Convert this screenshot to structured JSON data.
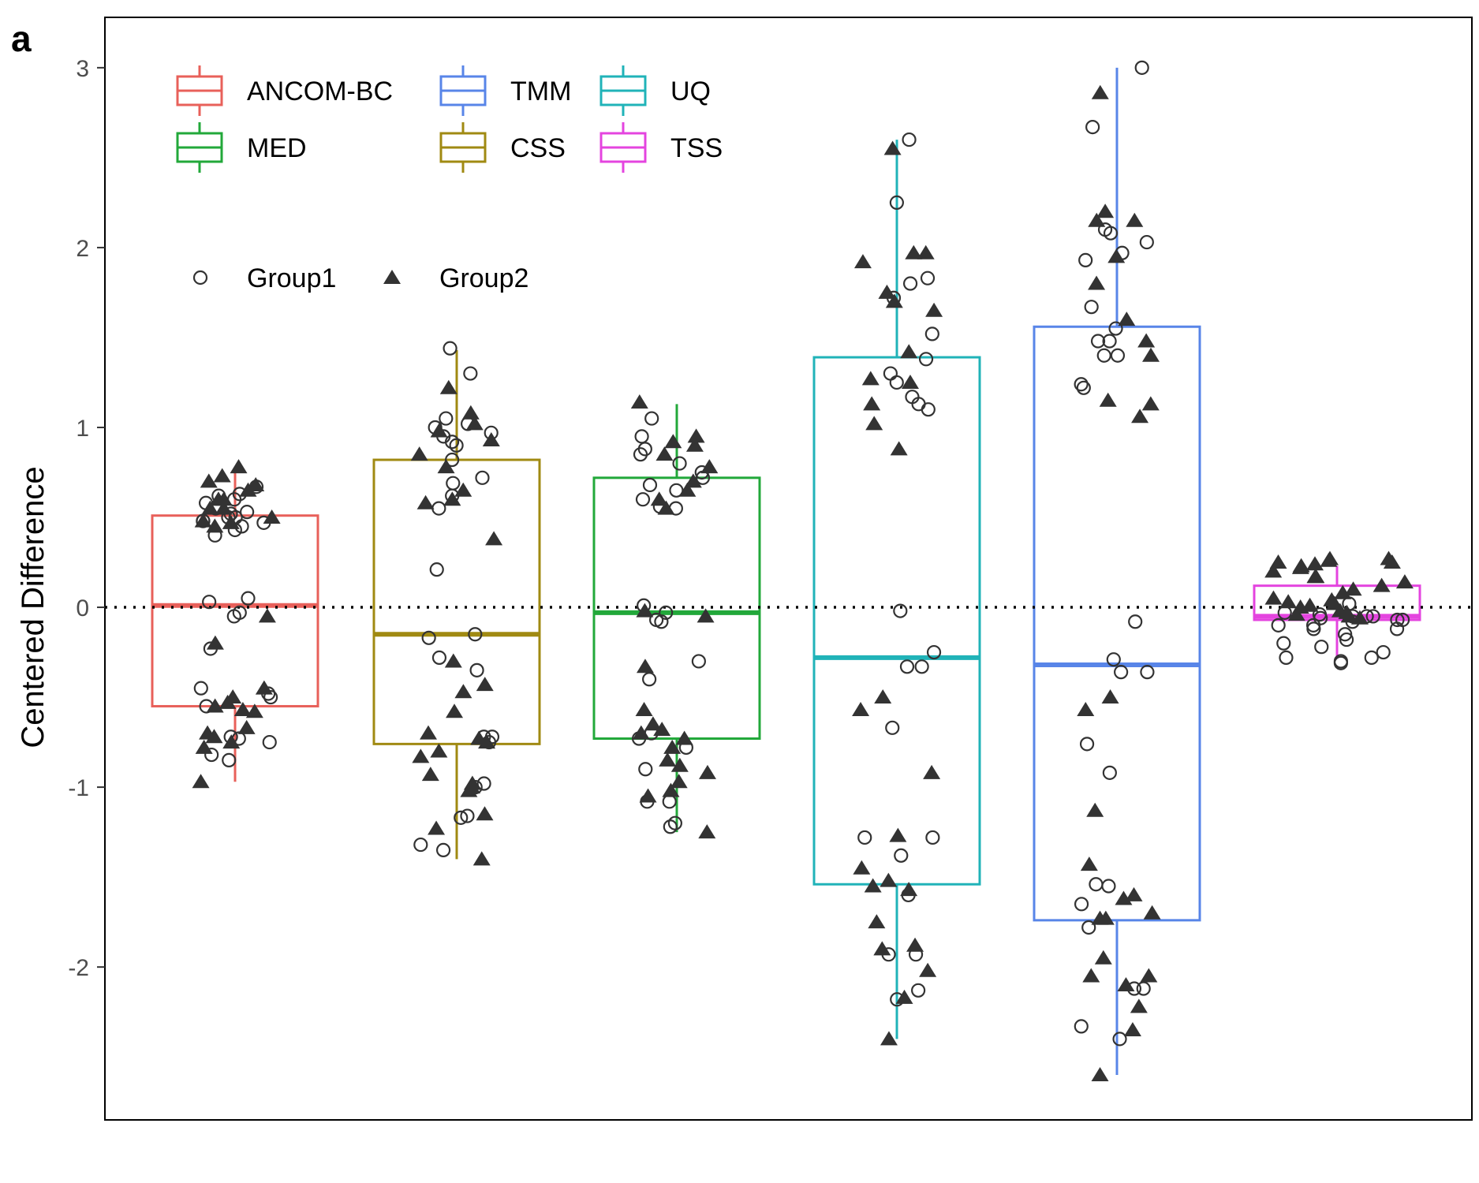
{
  "panel_label": "a",
  "colors": {
    "ANCOM-BC": "#E8605A",
    "CSS": "#A08A12",
    "MED": "#22A83A",
    "UQ": "#20B3B8",
    "TMM": "#5885E8",
    "TSS": "#E444DF",
    "points": "#333333",
    "axis": "#000000"
  },
  "chart_data": {
    "type": "boxplot",
    "title": "",
    "xlabel": "",
    "ylabel": "Centered Difference",
    "ylim": [
      -2.85,
      3.28
    ],
    "y_ticks": [
      -2,
      -1,
      0,
      1,
      2,
      3
    ],
    "y_tick_labels": [
      "-2",
      "-1",
      "0",
      "1",
      "2",
      "3"
    ],
    "reference_line": {
      "y": 0,
      "style": "dotted"
    },
    "legend_placement": "top-left",
    "grid": false,
    "legend_methods": [
      "ANCOM-BC",
      "MED",
      "TMM",
      "CSS",
      "UQ",
      "TSS"
    ],
    "legend_groups": [
      {
        "name": "Group1",
        "marker": "open-circle"
      },
      {
        "name": "Group2",
        "marker": "filled-triangle"
      }
    ],
    "series": [
      {
        "name": "ANCOM-BC",
        "box": {
          "whisker_low": -0.97,
          "q1": -0.55,
          "median": 0.01,
          "q3": 0.51,
          "whisker_high": 0.76
        },
        "group1": [
          0.6,
          0.63,
          0.58,
          0.55,
          0.52,
          0.5,
          0.48,
          0.47,
          0.45,
          0.5,
          0.62,
          0.67,
          0.53,
          0.48,
          0.43,
          0.4,
          0.05,
          0.03,
          -0.03,
          -0.05,
          -0.23,
          -0.45,
          -0.48,
          -0.5,
          -0.55,
          -0.72,
          -0.75,
          -0.82,
          -0.85,
          -0.73
        ],
        "group2": [
          0.65,
          0.6,
          0.55,
          0.5,
          0.47,
          0.45,
          0.78,
          0.73,
          0.7,
          0.68,
          0.6,
          0.55,
          0.48,
          -0.05,
          -0.2,
          -0.45,
          -0.5,
          -0.55,
          -0.57,
          -0.53,
          -0.58,
          -0.67,
          -0.7,
          -0.72,
          -0.75,
          -0.78,
          -0.97
        ]
      },
      {
        "name": "CSS",
        "box": {
          "whisker_low": -1.4,
          "q1": -0.76,
          "median": -0.15,
          "q3": 0.82,
          "whisker_high": 1.43
        },
        "group1": [
          1.44,
          1.3,
          1.02,
          0.97,
          0.95,
          0.92,
          0.9,
          0.82,
          0.72,
          0.69,
          0.62,
          0.55,
          0.21,
          -0.15,
          -0.17,
          -0.28,
          -0.35,
          -0.72,
          -0.72,
          -0.75,
          -0.98,
          -1.0,
          -1.16,
          -1.17,
          -1.32,
          -1.35,
          1.05,
          1.0
        ],
        "group2": [
          1.22,
          1.08,
          1.02,
          0.98,
          0.93,
          0.85,
          0.78,
          0.65,
          0.6,
          0.58,
          0.38,
          -0.3,
          -0.43,
          -0.47,
          -0.58,
          -0.7,
          -0.73,
          -0.75,
          -0.8,
          -0.83,
          -0.93,
          -0.98,
          -1.0,
          -1.02,
          -1.15,
          -1.23,
          -1.4
        ]
      },
      {
        "name": "MED",
        "box": {
          "whisker_low": -1.25,
          "q1": -0.73,
          "median": -0.03,
          "q3": 0.72,
          "whisker_high": 1.13
        },
        "group1": [
          1.05,
          0.95,
          0.88,
          0.85,
          0.8,
          0.75,
          0.72,
          0.68,
          0.65,
          0.6,
          0.56,
          0.55,
          0.01,
          -0.03,
          -0.07,
          -0.08,
          -0.3,
          -0.4,
          -0.7,
          -0.73,
          -0.78,
          -0.9,
          -1.08,
          -1.08,
          -1.2,
          -1.22
        ],
        "group2": [
          1.14,
          0.95,
          0.92,
          0.9,
          0.85,
          0.78,
          0.7,
          0.65,
          0.6,
          0.55,
          -0.02,
          -0.05,
          -0.33,
          -0.57,
          -0.65,
          -0.68,
          -0.7,
          -0.73,
          -0.78,
          -0.85,
          -0.88,
          -0.92,
          -0.97,
          -1.02,
          -1.05,
          -1.25
        ]
      },
      {
        "name": "UQ",
        "box": {
          "whisker_low": -2.4,
          "q1": -1.54,
          "median": -0.28,
          "q3": 1.39,
          "whisker_high": 2.6
        },
        "group1": [
          2.6,
          2.25,
          1.83,
          1.8,
          1.72,
          1.52,
          1.38,
          1.3,
          1.25,
          1.17,
          1.13,
          1.1,
          -0.02,
          -0.25,
          -0.33,
          -0.33,
          -0.67,
          -1.28,
          -1.28,
          -1.38,
          -1.6,
          -1.93,
          -1.93,
          -2.13,
          -2.18
        ],
        "group2": [
          2.55,
          1.97,
          1.97,
          1.92,
          1.75,
          1.7,
          1.65,
          1.42,
          1.27,
          1.25,
          1.13,
          1.02,
          0.88,
          -0.5,
          -0.57,
          -0.92,
          -1.27,
          -1.45,
          -1.52,
          -1.55,
          -1.57,
          -1.75,
          -1.88,
          -1.9,
          -2.02,
          -2.17,
          -2.4
        ]
      },
      {
        "name": "TMM",
        "box": {
          "whisker_low": -2.6,
          "q1": -1.74,
          "median": -0.32,
          "q3": 1.56,
          "whisker_high": 3.0
        },
        "group1": [
          3.0,
          2.67,
          2.1,
          2.08,
          2.03,
          1.97,
          1.93,
          1.67,
          1.55,
          1.48,
          1.48,
          1.4,
          1.4,
          1.24,
          1.22,
          -0.08,
          -0.29,
          -0.36,
          -0.36,
          -0.76,
          -0.92,
          -1.54,
          -1.55,
          -1.65,
          -1.78,
          -2.12,
          -2.12,
          -2.33,
          -2.4
        ],
        "group2": [
          2.86,
          2.2,
          2.15,
          2.15,
          1.95,
          1.8,
          1.6,
          1.48,
          1.4,
          1.15,
          1.13,
          1.06,
          -0.5,
          -0.57,
          -1.13,
          -1.43,
          -1.6,
          -1.62,
          -1.7,
          -1.73,
          -1.73,
          -1.95,
          -2.05,
          -2.05,
          -2.1,
          -2.22,
          -2.35,
          -2.6
        ]
      },
      {
        "name": "TSS",
        "box": {
          "whisker_low": -0.28,
          "q1": -0.07,
          "median": -0.05,
          "q3": 0.12,
          "whisker_high": 0.23
        },
        "group1": [
          0.02,
          -0.03,
          -0.05,
          -0.07,
          -0.08,
          -0.1,
          -0.12,
          -0.15,
          -0.18,
          -0.2,
          -0.22,
          -0.25,
          -0.28,
          -0.3,
          -0.31,
          -0.05,
          -0.06,
          -0.1,
          -0.28,
          -0.04,
          -0.12,
          -0.05,
          -0.07
        ],
        "group2": [
          0.27,
          0.27,
          0.26,
          0.25,
          0.25,
          0.24,
          0.23,
          0.22,
          0.2,
          0.17,
          0.17,
          0.14,
          0.12,
          0.1,
          0.08,
          0.05,
          0.04,
          0.03,
          0.02,
          0.01,
          0.0,
          -0.02,
          -0.03,
          -0.04,
          -0.05,
          -0.06
        ]
      }
    ]
  }
}
